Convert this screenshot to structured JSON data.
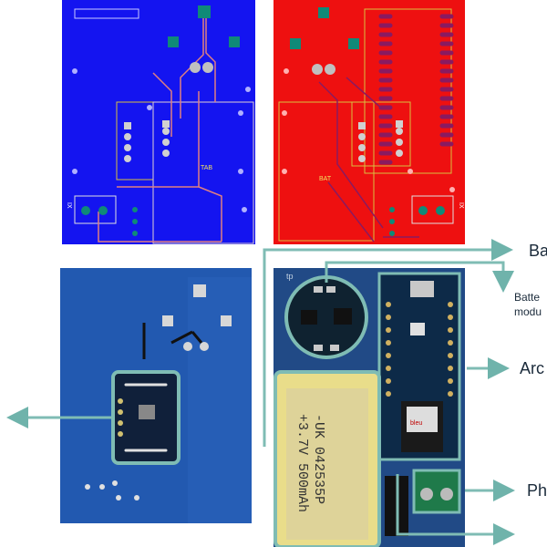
{
  "figure": {
    "pcb_blue": {
      "label_tab": "TAB",
      "label_ix": "IX"
    },
    "pcb_red": {
      "label_bat": "BAT",
      "label_ix": "IX"
    },
    "photo_front": {
      "label_tp": "tp",
      "battery_text": [
        "-UK 042535P",
        "+3.7V 500mAh"
      ],
      "module_brand": "bleu"
    },
    "callouts": [
      {
        "text": "Ba"
      },
      {
        "text": "Batte"
      },
      {
        "text": "modu"
      },
      {
        "text": "Arc"
      },
      {
        "text": "Ph"
      }
    ],
    "colors": {
      "pcb_blue": "#1414f0",
      "pcb_red": "#ee1010",
      "highlight": "#7fbcb4",
      "copper_pad": "#0f8a78"
    }
  }
}
